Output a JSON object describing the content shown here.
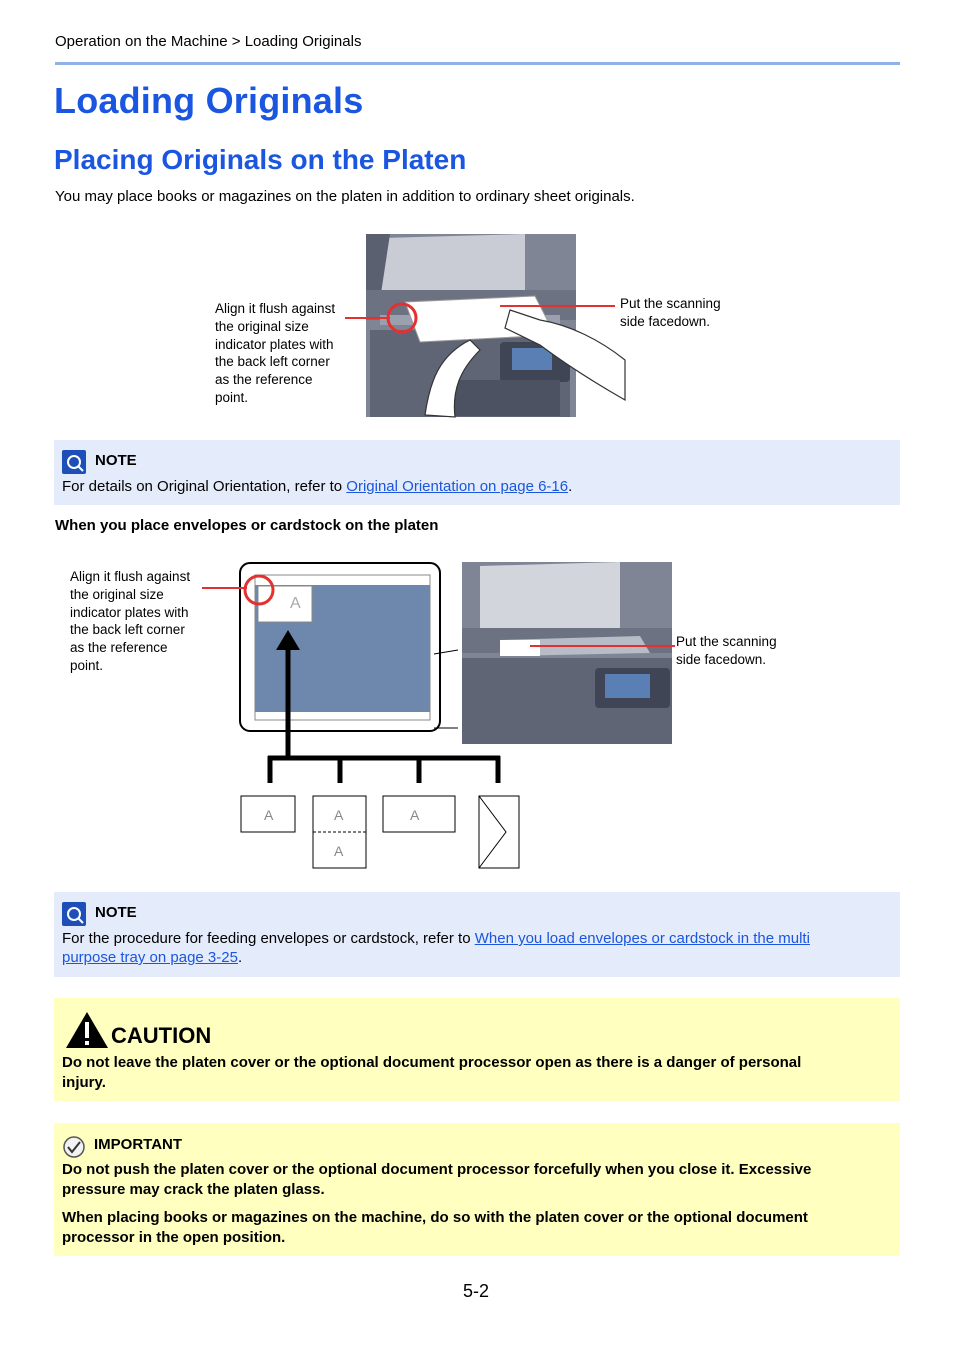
{
  "breadcrumb": "Operation on the Machine > Loading Originals",
  "title": "Loading Originals",
  "section_title": "Placing Originals on the Platen",
  "intro": "You may place books or magazines on the platen in addition to ordinary sheet originals.",
  "figure1": {
    "left_callout": [
      "Align it flush against",
      "the original size",
      "indicator plates with",
      "the back left corner",
      "as the reference",
      "point."
    ],
    "right_callout": [
      "Put the scanning",
      "side facedown."
    ]
  },
  "note1": {
    "title": "NOTE",
    "text_before": "For details on Original Orientation, refer to ",
    "link": "Original Orientation on page 6-16",
    "text_after": "."
  },
  "subheading": "When you place envelopes or cardstock on the platen",
  "figure2": {
    "left_callout": [
      "Align it flush against",
      "the original size",
      "indicator plates with",
      "the back left corner",
      "as the reference",
      "point."
    ],
    "right_callout": [
      "Put the scanning",
      "side facedown."
    ]
  },
  "note2": {
    "title": "NOTE",
    "text_before": "For the procedure for feeding envelopes or cardstock, refer to ",
    "link_line1": "When you load envelopes or cardstock in the multi ",
    "link_line2": "purpose tray on page 3-25",
    "text_after": "."
  },
  "caution": {
    "title": "CAUTION",
    "text_line1": "Do not leave the platen cover or the optional document processor open as there is a danger of personal",
    "text_line2": "injury."
  },
  "important": {
    "title": "IMPORTANT",
    "para1_line1": "Do not push the platen cover or the optional document processor forcefully when you close it. Excessive",
    "para1_line2": "pressure may crack the platen glass.",
    "para2_line1": "When placing books or magazines on the machine, do so with the platen cover or the optional document",
    "para2_line2": "processor in the open position."
  },
  "page_number": "5-2",
  "colors": {
    "heading": "#1a56e0",
    "rule": "#8fb1e8",
    "note_bg": "#e4ebfa",
    "caution_bg": "#ffffc0",
    "callout_line": "#e53030",
    "platen_blue": "#6e88ad"
  }
}
